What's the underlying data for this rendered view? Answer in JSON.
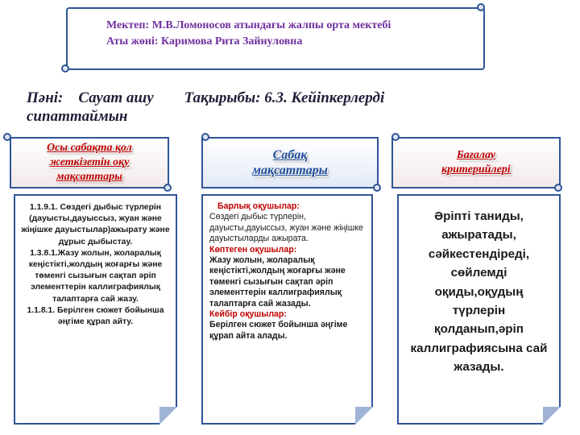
{
  "header": {
    "school_line": "Мектеп:  М.В.Ломоносов атындағы жалпы орта мектебі",
    "name_line": "Аты жөні: Каримова Рита Зайнуловна"
  },
  "subject": {
    "text": "Пәні:    Сауат ашу        Тақырыбы: 6.3. Кейіпкерлерді сипаттаймын"
  },
  "banners": {
    "objectives_label": "Осы сабақта қол жеткізетін оқу мақсаттары",
    "lesson_goals_label": "Сабақ мақсаттары",
    "criteria_label": "Бағалау критерийлері"
  },
  "objectives_box": {
    "text": "1.1.9.1. Сөздегі дыбыс түрлерін (дауысты,дауыссыз, жуан және жіңішке дауыстылар)ажырату және дұрыс дыбыстау.\n1.3.8.1.Жазу жолын, жоларалық кеңістікті,жолдың жоғарғы және төменгі сызығын сақтап әріп элементтерін каллиграфиялық талаптарға сай жазу.\n1.1.8.1. Берілген сюжет бойынша әңгіме құрап айту."
  },
  "goals_box": {
    "all_heading": "Барлық оқушылар:",
    "all_text": "Сөздегі дыбыс түрлерін, дауысты,дауыссыз, жуан және жіңішке дауыстыларды ажырата.",
    "most_heading": "Көптеген оқушылар:",
    "most_text": "Жазу жолын, жоларалық кеңістікті,жолдың жоғарғы және төменгі сызығын сақтап әріп элементтерін каллиграфиялық талаптарға сай жазады.",
    "some_heading": "Кейбір оқушылар:",
    "some_text": "Берілген сюжет бойынша әңгіме құрап айта алады."
  },
  "criteria_box": {
    "text": "Әріпті таниды, ажыратады, сәйкестендіреді, сөйлемді оқиды,оқудың түрлерін қолданып,әріп каллиграфиясына сай жазады."
  },
  "colors": {
    "border": "#2f5597",
    "header_text": "#7030a0",
    "red_label": "#c00000",
    "blue_label": "#1f4e9c"
  }
}
